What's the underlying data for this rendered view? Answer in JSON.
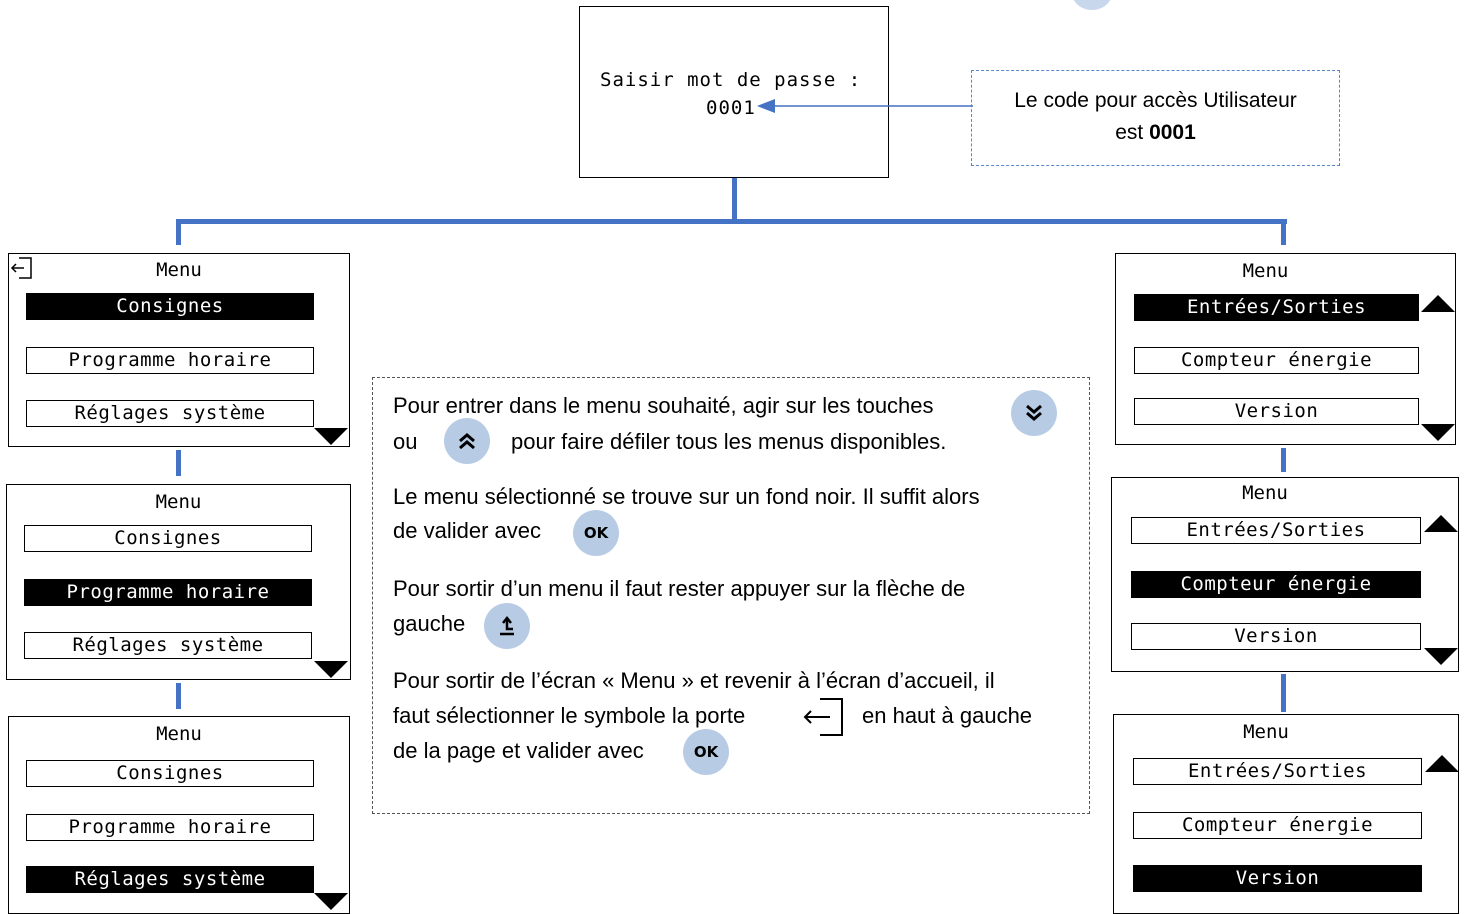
{
  "password_screen": {
    "prompt": "Saisir mot de passe :",
    "code": "0001"
  },
  "callout": {
    "line1": "Le code pour accès Utilisateur",
    "line2_prefix": "est ",
    "line2_code": "0001"
  },
  "left_screens": [
    {
      "title": "Menu",
      "items": [
        "Consignes",
        "Programme horaire",
        "Réglages système"
      ],
      "selected": 0
    },
    {
      "title": "Menu",
      "items": [
        "Consignes",
        "Programme horaire",
        "Réglages système"
      ],
      "selected": 1
    },
    {
      "title": "Menu",
      "items": [
        "Consignes",
        "Programme horaire",
        "Réglages système"
      ],
      "selected": 2
    }
  ],
  "right_screens": [
    {
      "title": "Menu",
      "items": [
        "Entrées/Sorties",
        "Compteur énergie",
        "Version"
      ],
      "selected": 0
    },
    {
      "title": "Menu",
      "items": [
        "Entrées/Sorties",
        "Compteur énergie",
        "Version"
      ],
      "selected": 1
    },
    {
      "title": "Menu",
      "items": [
        "Entrées/Sorties",
        "Compteur énergie",
        "Version"
      ],
      "selected": 2
    }
  ],
  "instructions": {
    "p1_line1": "Pour entrer dans le menu souhaité, agir sur les touches",
    "p1_or": "ou",
    "p1_line2": "pour faire défiler tous les menus disponibles.",
    "p2_line1": "Le menu sélectionné se trouve sur un fond noir. Il suffit alors",
    "p2_line2": "de valider avec",
    "p3_line1": "Pour sortir d’un menu il faut rester appuyer sur la flèche de",
    "p3_line2": "gauche",
    "p4_line1": "Pour sortir de l’écran « Menu » et revenir à l’écran d’accueil, il",
    "p4_line2a": "faut sélectionner le symbole la porte",
    "p4_line2b": "en haut à gauche",
    "p4_line3": "de la page et valider avec",
    "ok_label": "OK"
  },
  "colors": {
    "connector": "#4472c4",
    "button_fill": "#b7cbe5",
    "selected_bg": "#000000"
  },
  "icons": [
    "chevron-double-down-icon",
    "chevron-double-up-icon",
    "ok-button-icon",
    "back-arrow-icon",
    "exit-door-icon",
    "scroll-up-triangle-icon",
    "scroll-down-triangle-icon"
  ]
}
